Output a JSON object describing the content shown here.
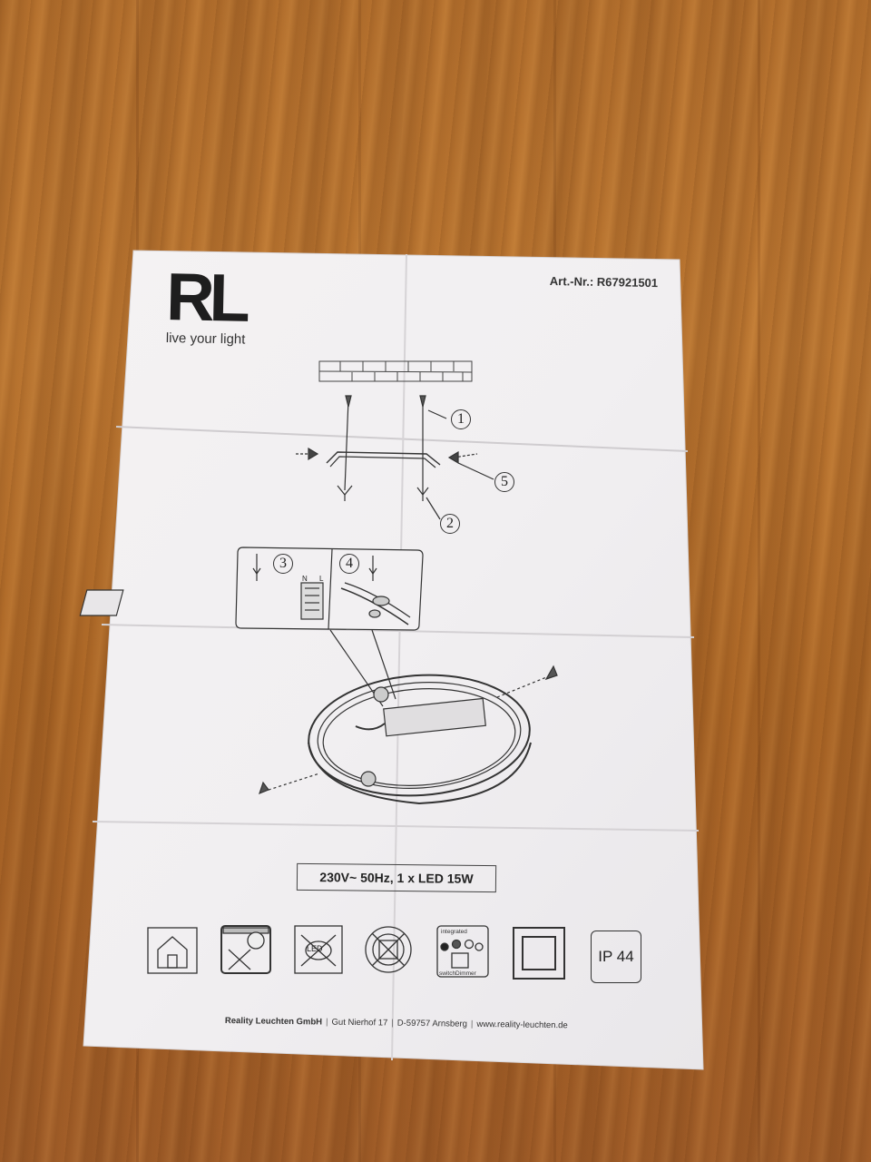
{
  "logo": {
    "mark": "RL",
    "tagline": "live your light"
  },
  "article_number": "Art.-Nr.: R67921501",
  "diagram": {
    "callouts": [
      "1",
      "2",
      "3",
      "4",
      "5"
    ],
    "terminal_labels": [
      "N",
      "L"
    ]
  },
  "spec": "230V~ 50Hz, 1 x LED 15W",
  "symbols": {
    "icons": [
      "indoor-house-icon",
      "no-bulb-replace-icon",
      "led-non-replaceable-icon",
      "no-disposal-icon",
      "switch-dimmer-icon",
      "protection-class-icon",
      "ip-rating-icon"
    ],
    "led_label": "LED",
    "dimmer_top": "integrated",
    "dimmer_bottom": "switchDimmer",
    "ip_rating": "IP 44"
  },
  "footer": {
    "company": "Reality Leuchten GmbH",
    "street": "Gut Nierhof 17",
    "city": "D-59757 Arnsberg",
    "web": "www.reality-leuchten.de"
  }
}
